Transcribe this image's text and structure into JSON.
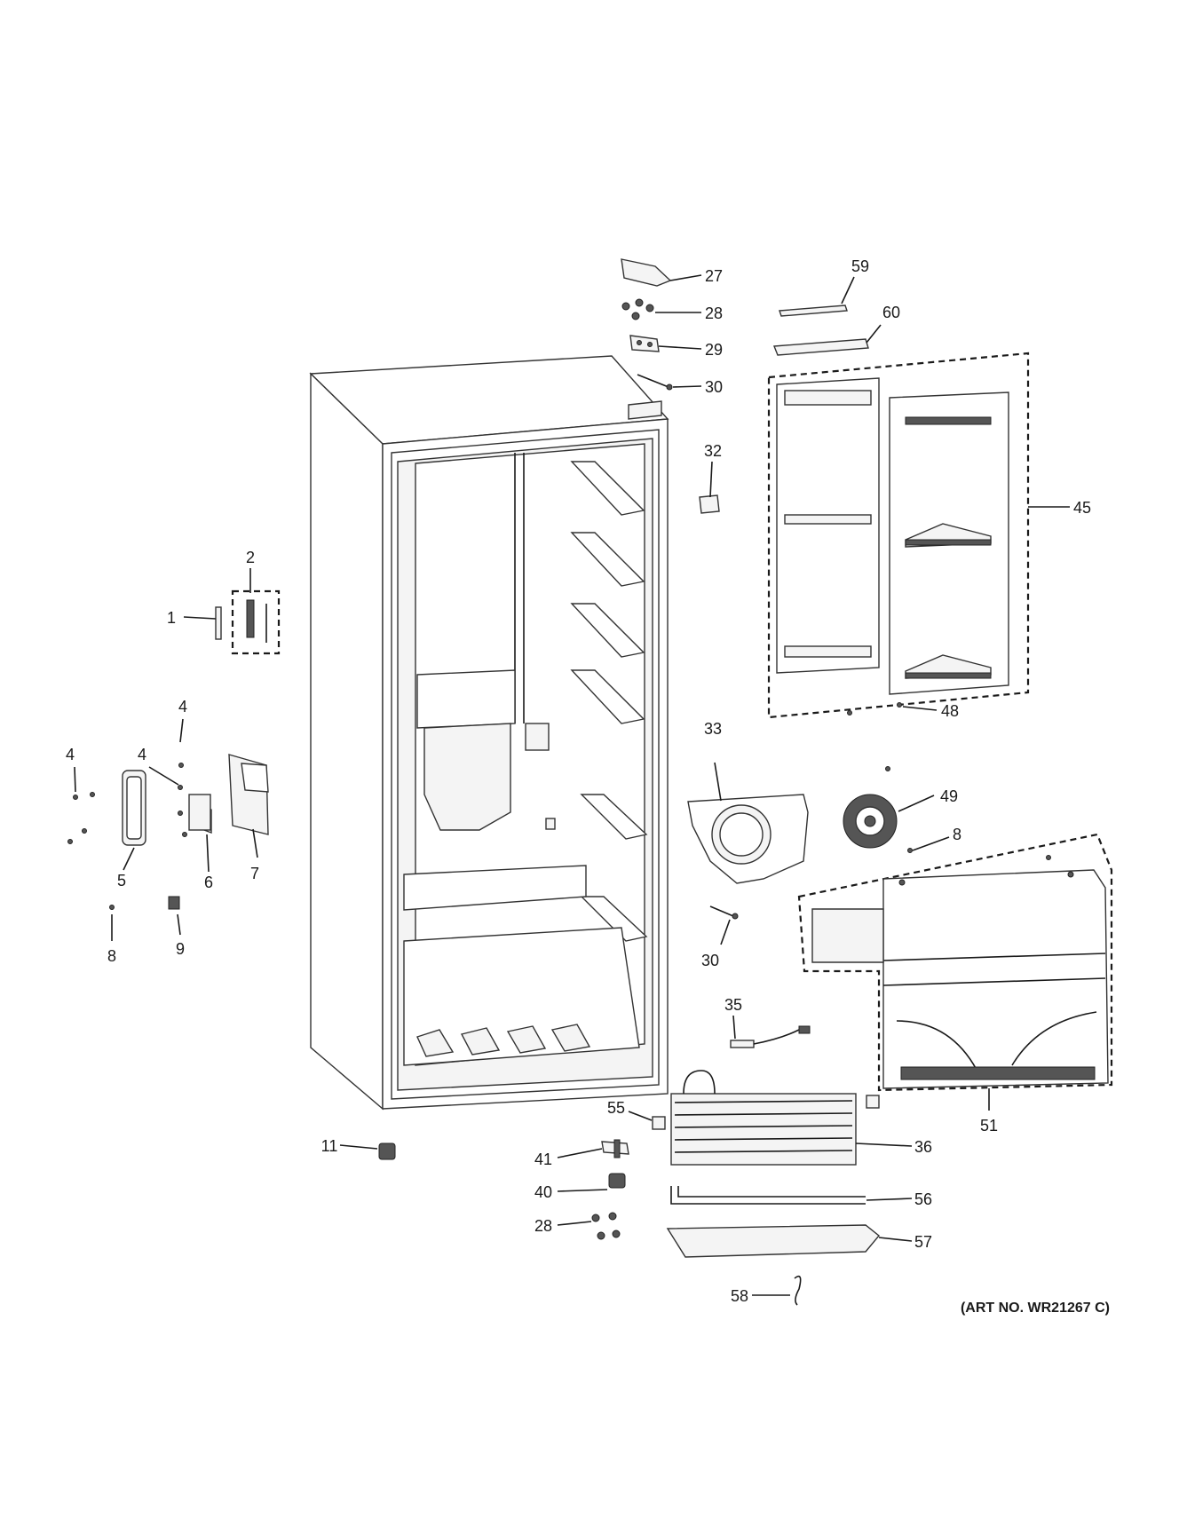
{
  "labels": {
    "l1": "1",
    "l2": "2",
    "l4a": "4",
    "l4b": "4",
    "l4c": "4",
    "l5": "5",
    "l6": "6",
    "l7": "7",
    "l8a": "8",
    "l8b": "8",
    "l9": "9",
    "l11": "11",
    "l27": "27",
    "l28a": "28",
    "l28b": "28",
    "l29": "29",
    "l30a": "30",
    "l30b": "30",
    "l32": "32",
    "l33": "33",
    "l35": "35",
    "l36": "36",
    "l40": "40",
    "l41": "41",
    "l45": "45",
    "l48": "48",
    "l49": "49",
    "l51": "51",
    "l55": "55",
    "l56": "56",
    "l57": "57",
    "l58": "58",
    "l59": "59",
    "l60": "60"
  },
  "art_number": "(ART NO. WR21267 C)"
}
